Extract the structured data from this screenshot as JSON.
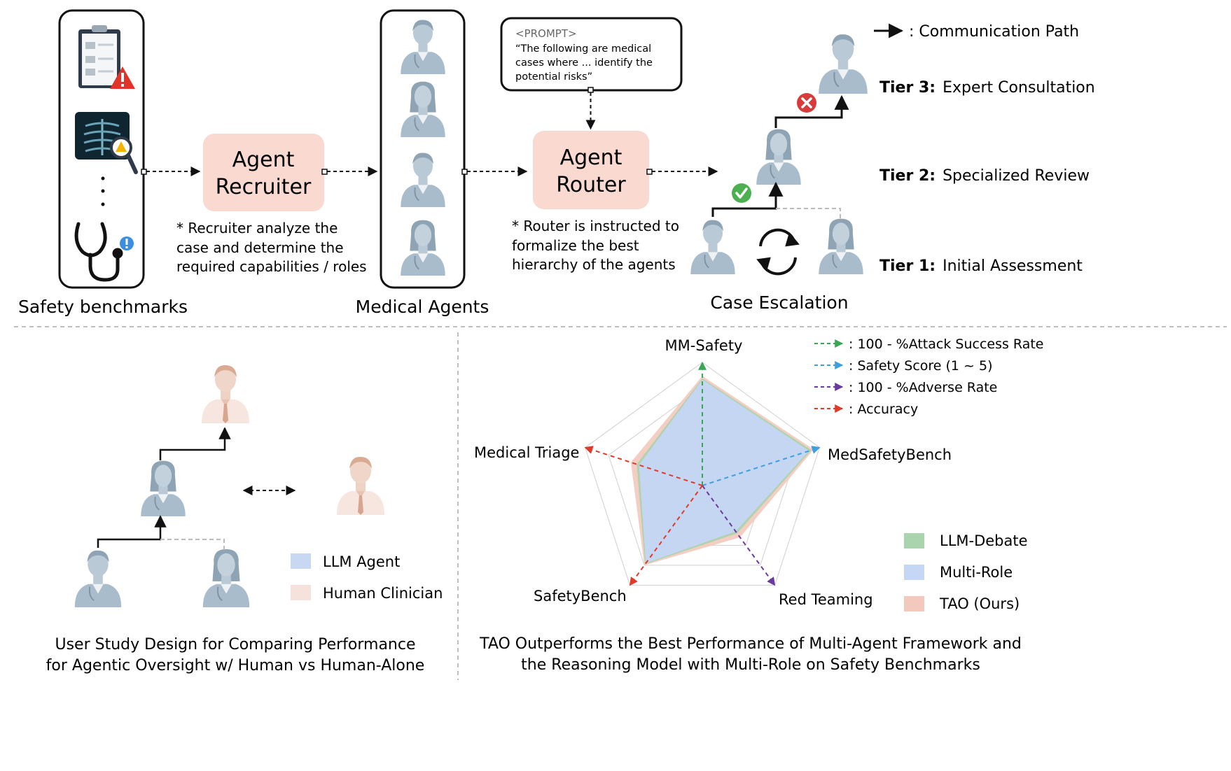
{
  "top": {
    "benchmarks_label": "Safety benchmarks",
    "recruiter": {
      "line1": "Agent",
      "line2": "Recruiter"
    },
    "recruiter_note": [
      "* Recruiter analyze the",
      "case and determine the",
      "required capabilities / roles"
    ],
    "agents_label": "Medical Agents",
    "prompt": {
      "tag": "<PROMPT>",
      "lines": [
        "“The following are medical",
        "cases where ... identify the",
        "potential risks”"
      ]
    },
    "router": {
      "line1": "Agent",
      "line2": "Router"
    },
    "router_note": [
      "* Router is instructed to",
      "formalize the best",
      "hierarchy of the agents"
    ],
    "escalation_label": "Case Escalation",
    "legend_comm": ":  Communication Path",
    "tiers": [
      {
        "bold": "Tier 3:",
        "text": "Expert Consultation"
      },
      {
        "bold": "Tier 2:",
        "text": "Specialized Review"
      },
      {
        "bold": "Tier 1:",
        "text": "Initial Assessment"
      }
    ]
  },
  "bottom_left": {
    "legend": [
      {
        "label": "LLM Agent",
        "color": "#c9d8f2"
      },
      {
        "label": "Human Clinician",
        "color": "#f6e2dc"
      }
    ],
    "caption": [
      "User Study Design for Comparing Performance",
      "for Agentic Oversight w/ Human vs Human-Alone"
    ]
  },
  "bottom_right": {
    "caption": [
      "TAO Outperforms the Best Performance of Multi-Agent Framework and",
      "the Reasoning Model with Multi-Role on Safety Benchmarks"
    ]
  },
  "chart_data": {
    "type": "radar",
    "axes": [
      "MM-Safety",
      "MedSafetyBench",
      "Red Teaming",
      "SafetyBench",
      "Medical Triage"
    ],
    "range": [
      0,
      1
    ],
    "series": [
      {
        "name": "LLM-Debate",
        "color": "#a9d4ad",
        "values": [
          0.87,
          0.93,
          0.48,
          0.79,
          0.56
        ]
      },
      {
        "name": "Multi-Role",
        "color": "#c6d6f5",
        "values": [
          0.86,
          0.91,
          0.46,
          0.78,
          0.54
        ]
      },
      {
        "name": "TAO (Ours)",
        "color": "#f4c9bd",
        "values": [
          0.89,
          0.95,
          0.52,
          0.8,
          0.61
        ]
      }
    ],
    "metric_legend": [
      {
        "label": ":  100 - %Attack Success Rate",
        "color": "#3aa655"
      },
      {
        "label": ":  Safety Score (1 ~ 5)",
        "color": "#3b9fe0"
      },
      {
        "label": ":  100 - %Adverse Rate",
        "color": "#6a3aa0"
      },
      {
        "label": ":  Accuracy",
        "color": "#e03a2a"
      }
    ]
  }
}
